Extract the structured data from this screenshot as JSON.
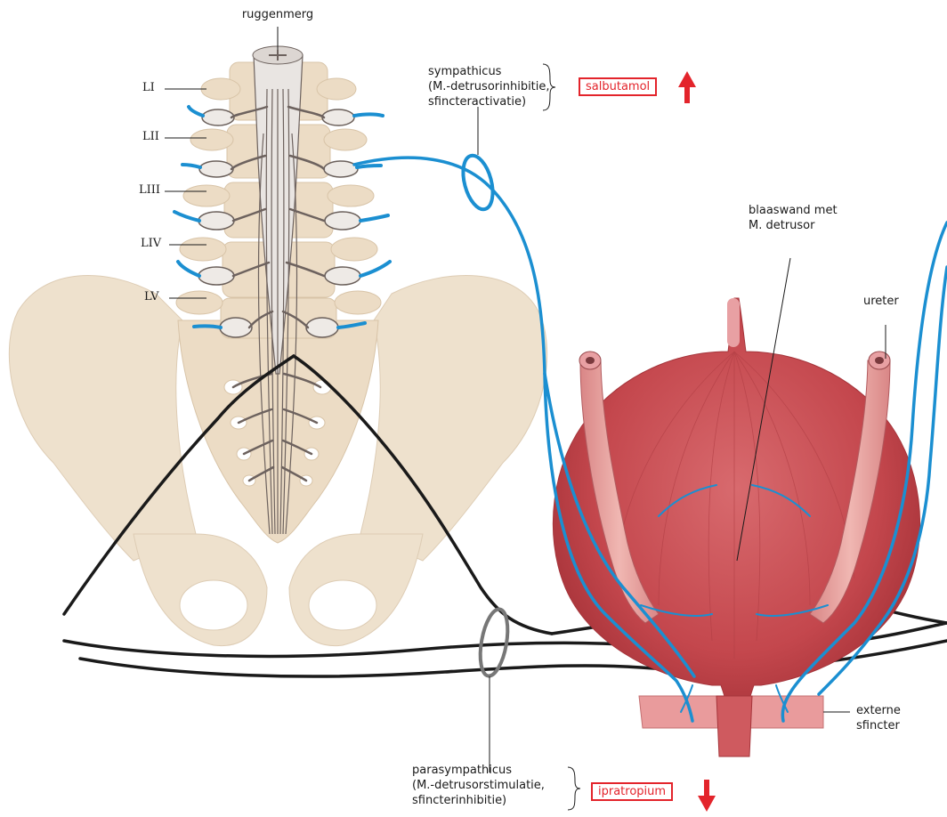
{
  "labels": {
    "spinal_cord": "ruggenmerg",
    "vertebrae": [
      "LI",
      "LII",
      "LIII",
      "LIV",
      "LV"
    ],
    "sympathetic": [
      "sympathicus",
      "(M.-detrusorinhibitie,",
      "sfincteractivatie)"
    ],
    "parasympathetic": [
      "parasympathicus",
      "(M.-detrusorstimulatie,",
      "sfincterinhibitie)"
    ],
    "bladder_wall": [
      "blaaswand met",
      "M. detrusor"
    ],
    "ureter": "ureter",
    "external_sphincter": [
      "externe",
      "sfincter"
    ]
  },
  "drugs": {
    "sympathetic": {
      "name": "salbutamol",
      "effect": "increase"
    },
    "parasympathetic": {
      "name": "ipratropium",
      "effect": "decrease"
    }
  },
  "colors": {
    "bone": "#ecdcc5",
    "sympathetic_nerve": "#1b8fd1",
    "parasympathetic_nerve": "#1a1a1a",
    "bladder": "#c94b50",
    "drug": "#e3242b"
  }
}
